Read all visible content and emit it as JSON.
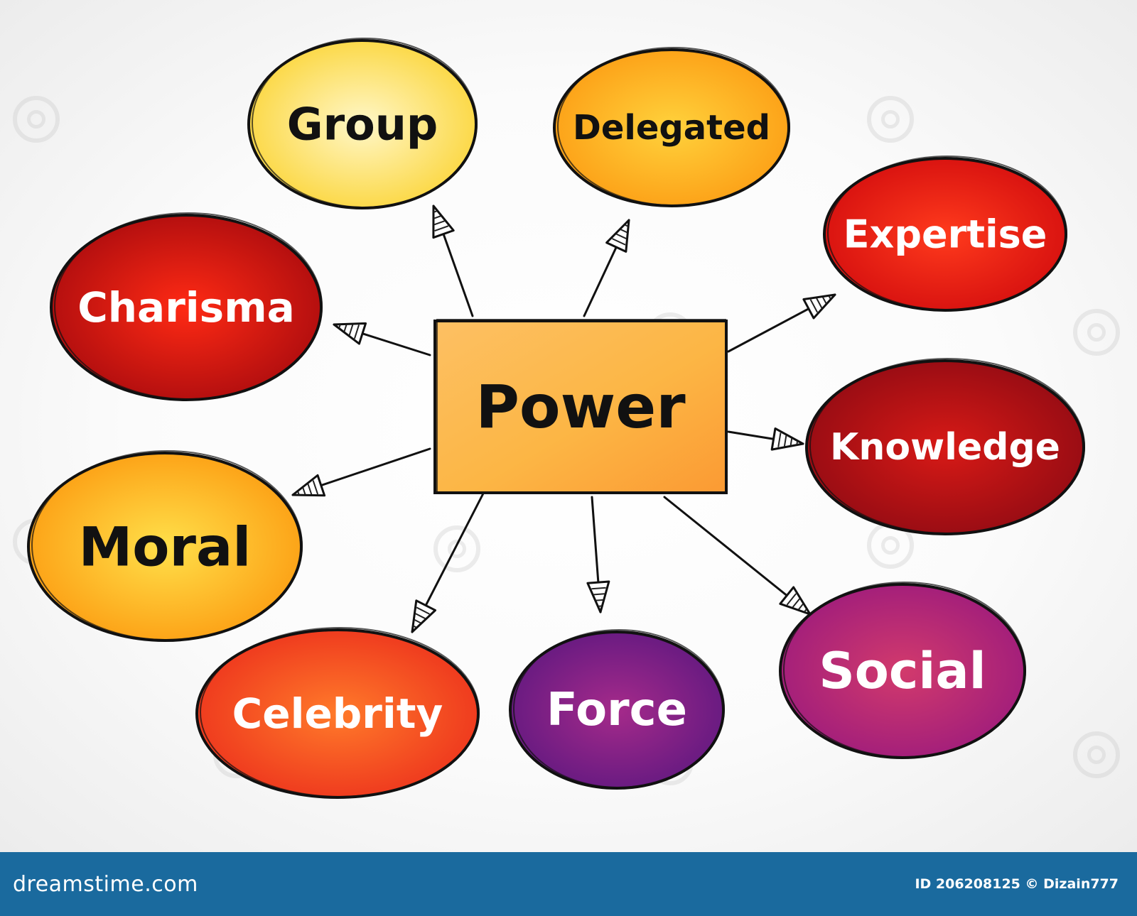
{
  "diagram": {
    "center": {
      "id": "power",
      "label": "Power"
    },
    "nodes": [
      {
        "id": "group",
        "label": "Group"
      },
      {
        "id": "delegated",
        "label": "Delegated"
      },
      {
        "id": "expertise",
        "label": "Expertise"
      },
      {
        "id": "knowledge",
        "label": "Knowledge"
      },
      {
        "id": "social",
        "label": "Social"
      },
      {
        "id": "force",
        "label": "Force"
      },
      {
        "id": "celebrity",
        "label": "Celebrity"
      },
      {
        "id": "moral",
        "label": "Moral"
      },
      {
        "id": "charisma",
        "label": "Charisma"
      }
    ],
    "edges": [
      {
        "from": "power",
        "to": "group"
      },
      {
        "from": "power",
        "to": "delegated"
      },
      {
        "from": "power",
        "to": "expertise"
      },
      {
        "from": "power",
        "to": "knowledge"
      },
      {
        "from": "power",
        "to": "social"
      },
      {
        "from": "power",
        "to": "force"
      },
      {
        "from": "power",
        "to": "celebrity"
      },
      {
        "from": "power",
        "to": "moral"
      },
      {
        "from": "power",
        "to": "charisma"
      }
    ]
  },
  "colors": {
    "group": "#fbd330",
    "delegated": "#fca21a",
    "expertise": "#e6100f",
    "knowledge": "#b10d14",
    "social": "#b22278",
    "force": "#7b1e82",
    "celebrity": "#f5481f",
    "moral": "#fca20f",
    "charisma": "#d30c0c",
    "power": "#fba43a",
    "footer": "#1a6a9e"
  },
  "footer": {
    "logo_text": "dreamstime.com",
    "credit": "ID 206208125 © Dizain777"
  }
}
